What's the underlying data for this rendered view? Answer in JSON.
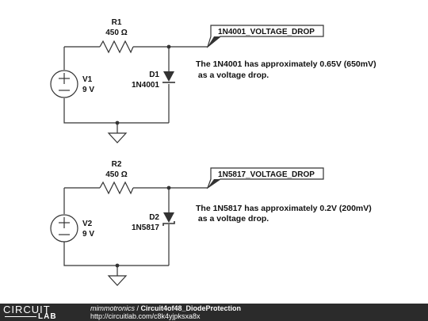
{
  "circuits": [
    {
      "resistor": {
        "ref": "R1",
        "value": "450 Ω"
      },
      "source": {
        "ref": "V1",
        "value": "9 V"
      },
      "diode": {
        "ref": "D1",
        "part": "1N4001"
      },
      "net_label": "1N4001_VOLTAGE_DROP",
      "note_lines": [
        "The 1N4001 has approximately 0.65V (650mV)",
        " as a voltage drop."
      ]
    },
    {
      "resistor": {
        "ref": "R2",
        "value": "450 Ω"
      },
      "source": {
        "ref": "V2",
        "value": "9 V"
      },
      "diode": {
        "ref": "D2",
        "part": "1N5817"
      },
      "net_label": "1N5817_VOLTAGE_DROP",
      "note_lines": [
        "The 1N5817 has approximately 0.2V (200mV)",
        " as a voltage drop."
      ]
    }
  ],
  "footer": {
    "logo_top": "CIRCUIT",
    "logo_bottom": "LAB",
    "author": "mimmotronics",
    "separator": " / ",
    "title": "Circuit4of48_DiodeProtection",
    "url": "http://circuitlab.com/c8k4yjpksxa8x"
  }
}
